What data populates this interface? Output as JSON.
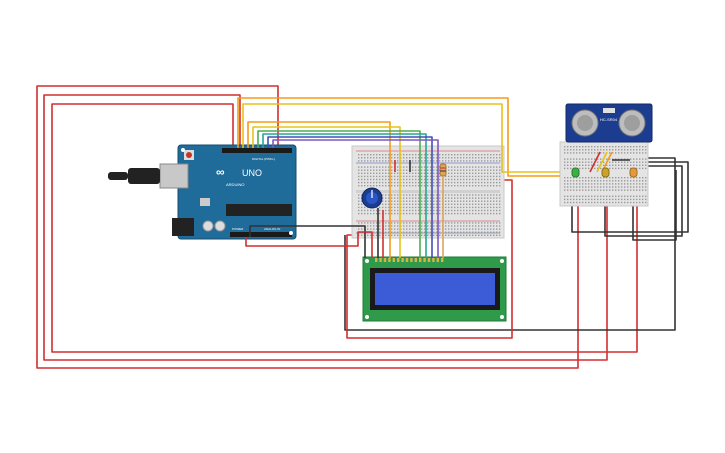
{
  "arduino": {
    "model_label": "UNO",
    "brand_label": "ARDUINO",
    "digital_label": "DIGITAL (PWM~)",
    "power_label": "POWER",
    "analog_label": "ANALOG IN"
  },
  "ultrasonic": {
    "model_label": "HC-SR04"
  },
  "colors": {
    "wire_red": "#d32f2f",
    "wire_black": "#333333",
    "wire_orange": "#f59c1a",
    "wire_yellow": "#e8c21a",
    "wire_green": "#4caf50",
    "wire_teal": "#26a69a",
    "wire_blue": "#3f51b5",
    "wire_purple": "#7e57c2",
    "arduino_board": "#1f6b9a",
    "lcd_screen": "#3c5bd6",
    "lcd_board": "#2f9b4a",
    "sensor_board": "#1c3d8f",
    "led_green": "#3cb043",
    "led_yellow": "#c9a227",
    "led_orange": "#e39a3b"
  }
}
